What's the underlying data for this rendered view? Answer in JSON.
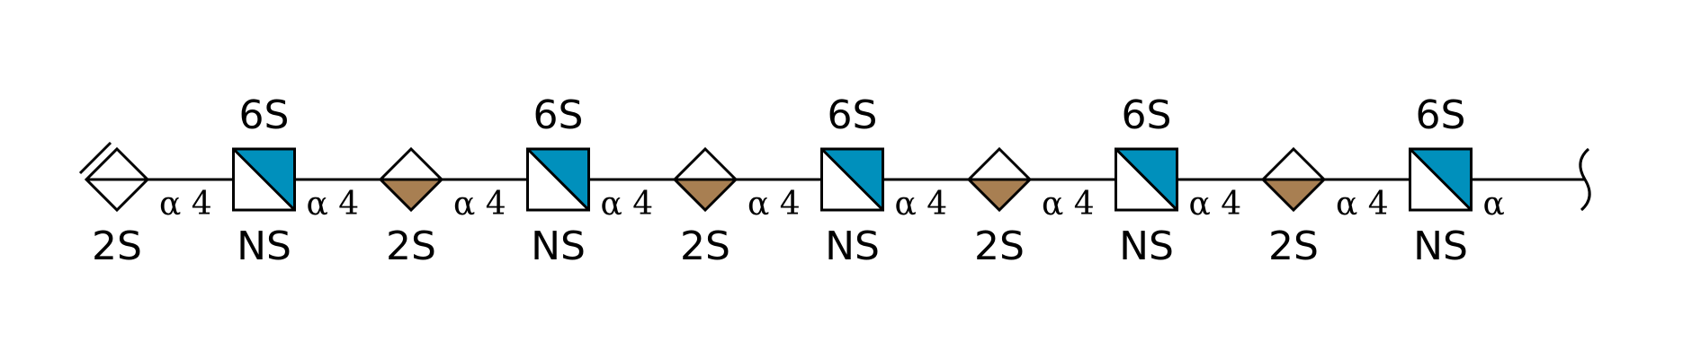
{
  "colors": {
    "stroke": "#000000",
    "background": "#ffffff",
    "glcnac_fill": "#0090BC",
    "idoa_fill": "#A87F52"
  },
  "residues": [
    {
      "type": "unsaturated-hexuronate",
      "icon": "double-bar-diamond-icon",
      "top": "",
      "bottom": "2S"
    },
    {
      "type": "glcnac",
      "icon": "half-filled-square-icon",
      "top": "6S",
      "bottom": "NS"
    },
    {
      "type": "idoa",
      "icon": "half-filled-diamond-icon",
      "top": "",
      "bottom": "2S"
    },
    {
      "type": "glcnac",
      "icon": "half-filled-square-icon",
      "top": "6S",
      "bottom": "NS"
    },
    {
      "type": "idoa",
      "icon": "half-filled-diamond-icon",
      "top": "",
      "bottom": "2S"
    },
    {
      "type": "glcnac",
      "icon": "half-filled-square-icon",
      "top": "6S",
      "bottom": "NS"
    },
    {
      "type": "idoa",
      "icon": "half-filled-diamond-icon",
      "top": "",
      "bottom": "2S"
    },
    {
      "type": "glcnac",
      "icon": "half-filled-square-icon",
      "top": "6S",
      "bottom": "NS"
    },
    {
      "type": "idoa",
      "icon": "half-filled-diamond-icon",
      "top": "",
      "bottom": "2S"
    },
    {
      "type": "glcnac",
      "icon": "half-filled-square-icon",
      "top": "6S",
      "bottom": "NS"
    }
  ],
  "linkages": [
    "α 4",
    "α 4",
    "α 4",
    "α 4",
    "α 4",
    "α 4",
    "α 4",
    "α 4",
    "α 4",
    "α"
  ],
  "reducing_end": {
    "icon": "reducing-end-bracket-icon"
  }
}
